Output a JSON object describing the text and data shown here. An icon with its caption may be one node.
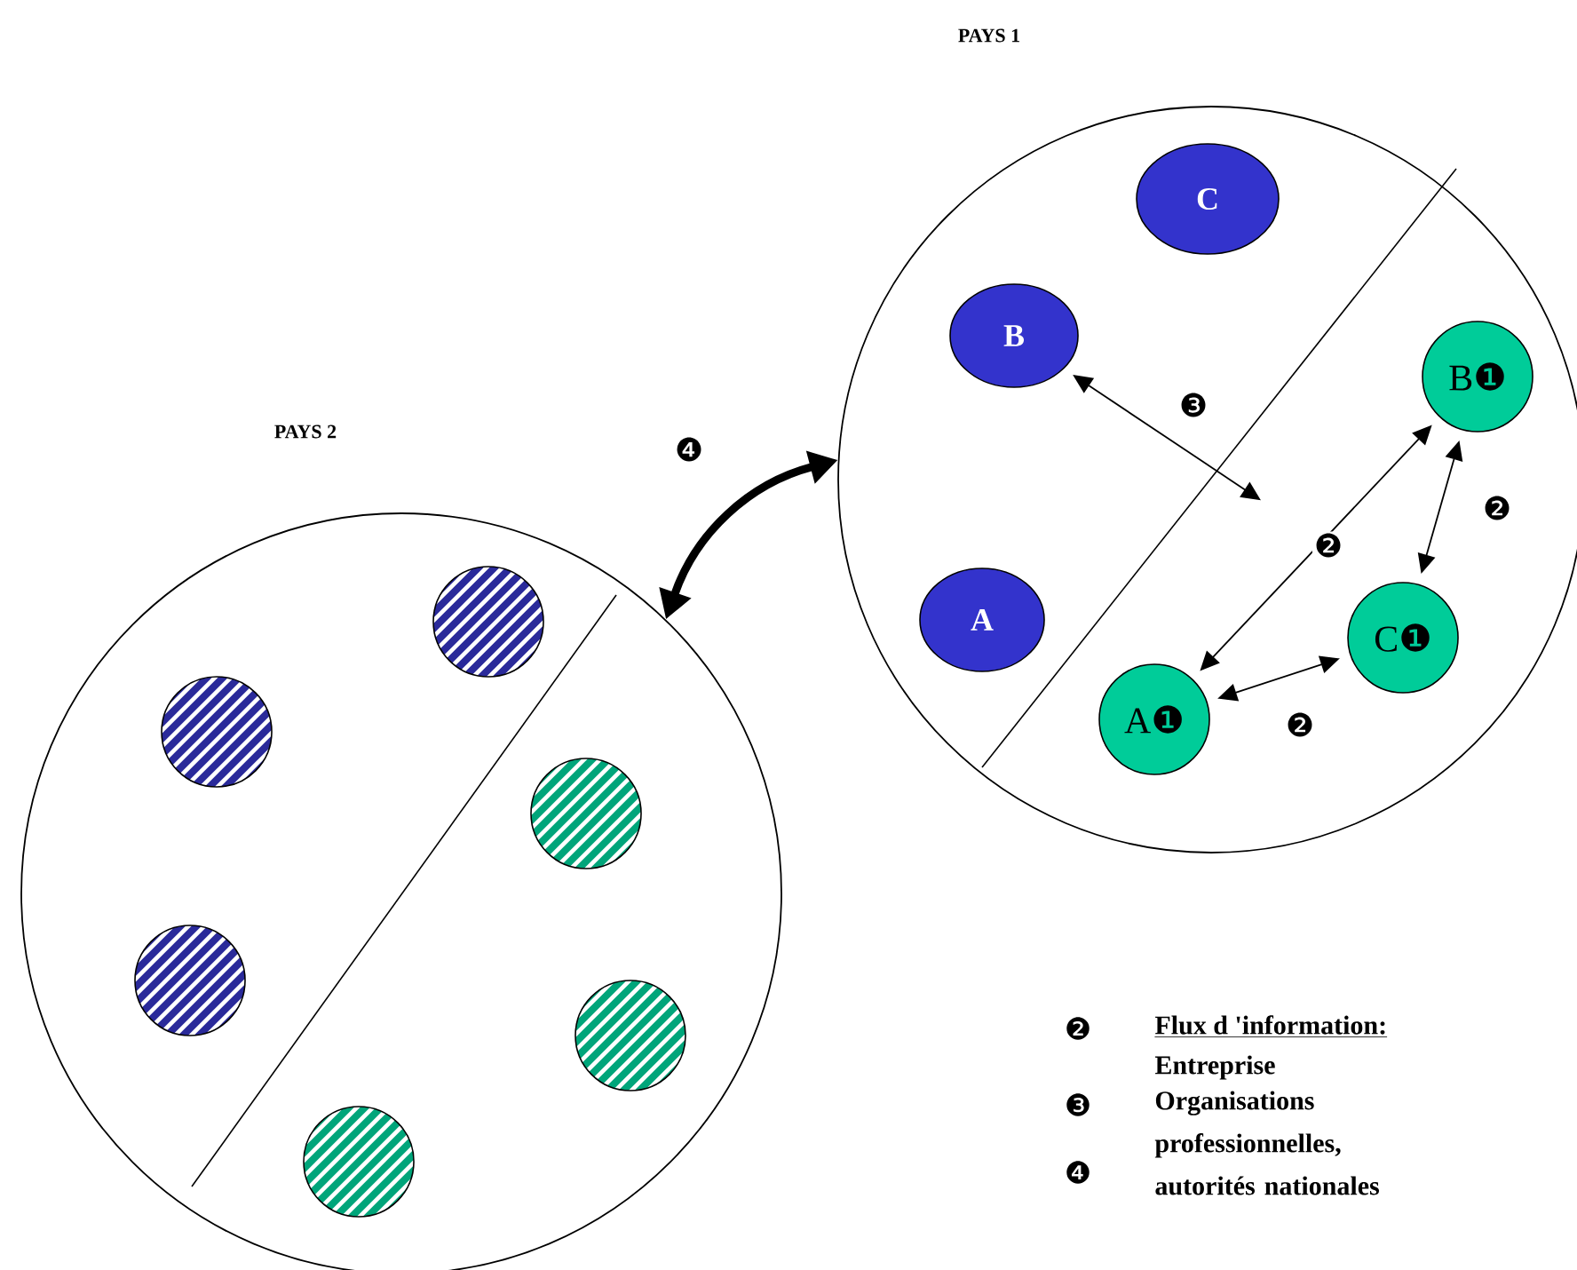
{
  "diagram": {
    "nodes": [
      {
        "text": [
          "PAYS 1"
        ]
      },
      {
        "text": [
          "C"
        ],
        "in": 0
      },
      {
        "text": [
          "B"
        ],
        "in": 0
      },
      {
        "text": [
          "A"
        ],
        "in": 0
      },
      {
        "text": [
          "B❶"
        ],
        "in": 0
      },
      {
        "text": [
          "C❶"
        ],
        "in": 0
      },
      {
        "text": [
          "A❶"
        ],
        "in": 0
      },
      {
        "text": [
          "PAYS 2"
        ]
      },
      {
        "text": [],
        "shape": "circle",
        "in": 7
      },
      {
        "text": [],
        "shape": "circle",
        "in": 7
      },
      {
        "text": [],
        "shape": "circle",
        "in": 7
      },
      {
        "text": [],
        "shape": "circle",
        "in": 7
      },
      {
        "text": [],
        "shape": "circle",
        "in": 7
      },
      {
        "text": [],
        "shape": "circle",
        "in": 7
      }
    ],
    "edges": [
      {
        "from": 2,
        "to": null,
        "arrow": "both",
        "label": "❸"
      },
      {
        "from": 6,
        "to": 4,
        "arrow": "both",
        "label": "❷"
      },
      {
        "from": 4,
        "to": 5,
        "arrow": "both",
        "label": "❷"
      },
      {
        "from": 6,
        "to": 5,
        "arrow": "both",
        "label": "❷"
      },
      {
        "from": 7,
        "to": 0,
        "arrow": "both",
        "label": "❹",
        "style": "thick"
      }
    ],
    "labels": [
      "❷",
      "❸",
      "❹",
      "Flux d 'information:",
      "Entreprise",
      "Organisations professionnelles, autorités nationales"
    ]
  }
}
